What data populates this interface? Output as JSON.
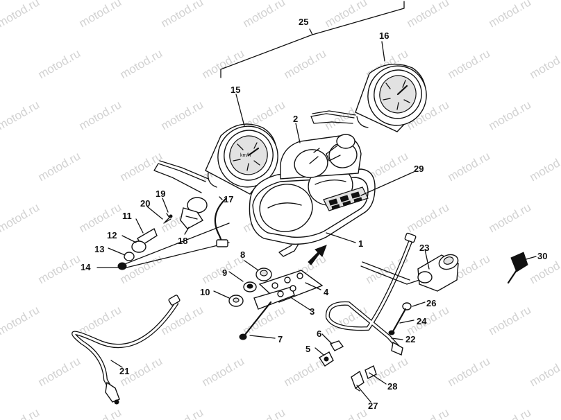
{
  "watermark": "motod.ru",
  "parts": [
    {
      "id": "label-25",
      "text": "25"
    },
    {
      "id": "label-16",
      "text": "16"
    },
    {
      "id": "label-15",
      "text": "15"
    },
    {
      "id": "label-2",
      "text": "2"
    },
    {
      "id": "label-29",
      "text": "29"
    },
    {
      "id": "label-19",
      "text": "19"
    },
    {
      "id": "label-20",
      "text": "20"
    },
    {
      "id": "label-17",
      "text": "17"
    },
    {
      "id": "label-11",
      "text": "11"
    },
    {
      "id": "label-12",
      "text": "12"
    },
    {
      "id": "label-18",
      "text": "18"
    },
    {
      "id": "label-13",
      "text": "13"
    },
    {
      "id": "label-14",
      "text": "14"
    },
    {
      "id": "label-8",
      "text": "8"
    },
    {
      "id": "label-9",
      "text": "9"
    },
    {
      "id": "label-1",
      "text": "1"
    },
    {
      "id": "label-10",
      "text": "10"
    },
    {
      "id": "label-4",
      "text": "4"
    },
    {
      "id": "label-3",
      "text": "3"
    },
    {
      "id": "label-7",
      "text": "7"
    },
    {
      "id": "label-23",
      "text": "23"
    },
    {
      "id": "label-30",
      "text": "30"
    },
    {
      "id": "label-26",
      "text": "26"
    },
    {
      "id": "label-24",
      "text": "24"
    },
    {
      "id": "label-22",
      "text": "22"
    },
    {
      "id": "label-6",
      "text": "6"
    },
    {
      "id": "label-5",
      "text": "5"
    },
    {
      "id": "label-21",
      "text": "21"
    },
    {
      "id": "label-28",
      "text": "28"
    },
    {
      "id": "label-27",
      "text": "27"
    }
  ]
}
